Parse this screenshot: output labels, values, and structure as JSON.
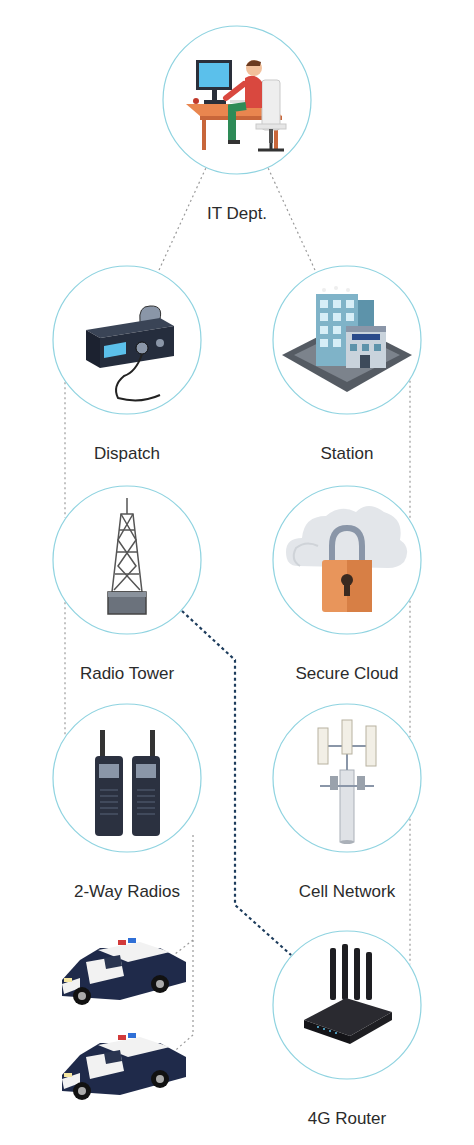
{
  "diagram": {
    "nodes": [
      {
        "text": [
          "IT Dept."
        ]
      },
      {
        "text": [
          "Dispatch"
        ]
      },
      {
        "text": [
          "Station"
        ]
      },
      {
        "text": [
          "Radio Tower"
        ]
      },
      {
        "text": [
          "Secure Cloud"
        ]
      },
      {
        "text": [
          "2-Way Radios"
        ]
      },
      {
        "text": [
          "Cell Network"
        ]
      },
      {
        "text": [
          "4G Router"
        ]
      }
    ],
    "edges": [
      {
        "from": 0,
        "to": 1,
        "arrow": "none"
      },
      {
        "from": 0,
        "to": 2,
        "arrow": "none"
      },
      {
        "from": 1,
        "to": 3,
        "arrow": "none"
      },
      {
        "from": 3,
        "to": 5,
        "arrow": "none"
      },
      {
        "from": 2,
        "to": 4,
        "arrow": "none"
      },
      {
        "from": 4,
        "to": 6,
        "arrow": "none"
      },
      {
        "from": 6,
        "to": 7,
        "arrow": "none"
      },
      {
        "from": 3,
        "to": 7,
        "arrow": "none"
      }
    ]
  }
}
